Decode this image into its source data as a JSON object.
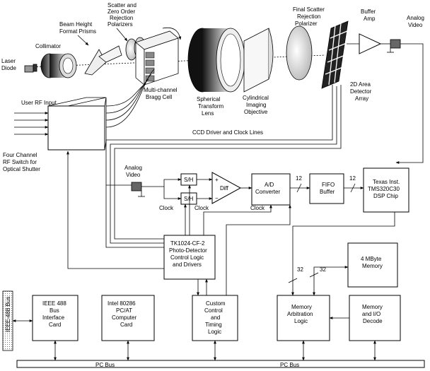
{
  "optics": {
    "laser_diode": [
      "Laser",
      "Diode"
    ],
    "collimator": "Collimator",
    "beam_prisms": [
      "Beam Height",
      "Format Prisms"
    ],
    "polarizers": [
      "Scatter and",
      "Zero Order",
      "Rejection",
      "Polarizers"
    ],
    "bragg_cell": [
      "Multi-channel",
      "Bragg Cell"
    ],
    "spherical_lens": [
      "Spherical",
      "Transform",
      "Lens"
    ],
    "cylindrical": [
      "Cylindrical",
      "Imaging",
      "Objective"
    ],
    "final_polarizer": [
      "Final Scatter",
      "Rejection",
      "Polarizer"
    ],
    "detector_array": [
      "2D Area",
      "Detector",
      "Array"
    ],
    "buffer_amp": [
      "Buffer",
      "Amp"
    ],
    "analog_video_top": [
      "Analog",
      "Video"
    ]
  },
  "rf": {
    "user_rf_input": "User RF Input",
    "rf_switch": [
      "Four Channel",
      "RF Switch for",
      "Optical Shutter"
    ]
  },
  "ccd_driver": "CCD Driver and Clock Lines",
  "signal_chain": {
    "analog_video": [
      "Analog",
      "Video"
    ],
    "sh1": "S/H",
    "sh2": "S/H",
    "diff": "Diff",
    "clock1": "Clock",
    "clock2": "Clock",
    "clock3": "Clock",
    "adc": [
      "A/D",
      "Converter"
    ],
    "bus12a": "12",
    "fifo": [
      "FIFO",
      "Buffer"
    ],
    "bus12b": "12",
    "dsp": [
      "Texas Inst.",
      "TMS320C30",
      "DSP Chip"
    ]
  },
  "photodetector": [
    "TK1024-CF-2",
    "Photo-Detector",
    "Control Logic",
    "and Drivers"
  ],
  "memory": {
    "mem4": [
      "4 MByte",
      "Memory"
    ],
    "bus32a": "32",
    "bus32b": "32",
    "arbitration": [
      "Memory",
      "Arbitration",
      "Logic"
    ],
    "io_decode": [
      "Memory",
      "and I/O",
      "Decode"
    ]
  },
  "pc_section": {
    "ieee_bus": "IEEE-488 Bus",
    "ieee_card": [
      "IEEE 488",
      "Bus",
      "Interface",
      "Card"
    ],
    "intel_card": [
      "Intel 80286",
      "PC/AT",
      "Computer",
      "Card"
    ],
    "custom_control": [
      "Custom",
      "Control",
      "and",
      "Timing",
      "Logic"
    ],
    "pc_bus_left": "PC Bus",
    "pc_bus_right": "PC Bus"
  }
}
